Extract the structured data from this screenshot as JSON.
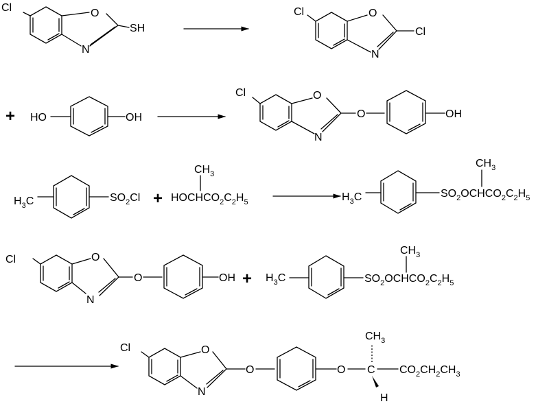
{
  "labels": {
    "cl": "Cl",
    "o": "O",
    "n": "N",
    "sh": "SH",
    "h": "H",
    "ho": "HO",
    "oh": "OH",
    "plus": "+"
  },
  "formula": {
    "h3c_main": "H",
    "h3c_sub": "3",
    "h3c_tail": "C",
    "so2cl_a": "SO",
    "so2cl_sub": "2",
    "so2cl_b": "Cl",
    "ch3_main": "CH",
    "ch3_sub": "3",
    "lactate_a": "HOCHCO",
    "lactate_sub1": "2",
    "lactate_b": "C",
    "lactate_sub2": "2",
    "lactate_c": "H",
    "lactate_sub3": "5",
    "tos_so": "SO",
    "tos_sub": "2",
    "tos_rest": "OCHCO",
    "tos_sub2": "2",
    "tos_c": "C",
    "tos_sub3": "2",
    "tos_h": "H",
    "tos_sub4": "5",
    "ester_a": "CO",
    "ester_sub1": "2",
    "ester_b": "CH",
    "ester_sub2": "2",
    "ester_c": "CH",
    "ester_sub3": "3",
    "chiral_c": "C"
  }
}
